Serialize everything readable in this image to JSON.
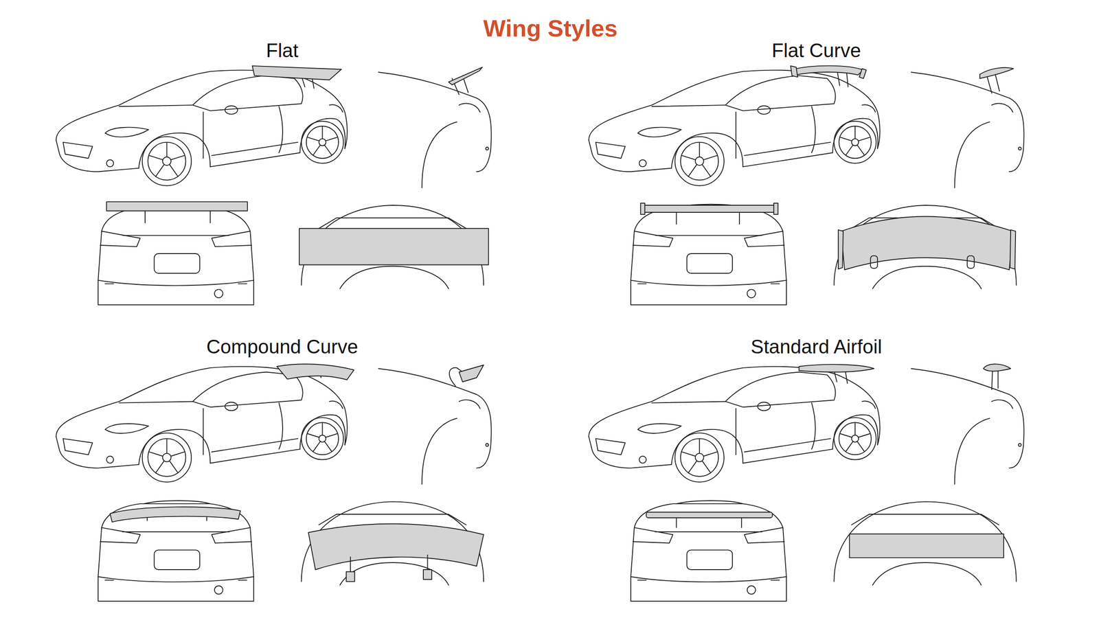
{
  "diagram": {
    "title": "Wing Styles",
    "labels": [
      "Flat",
      "Flat Curve",
      "Compound Curve",
      "Standard Airfoil"
    ]
  }
}
